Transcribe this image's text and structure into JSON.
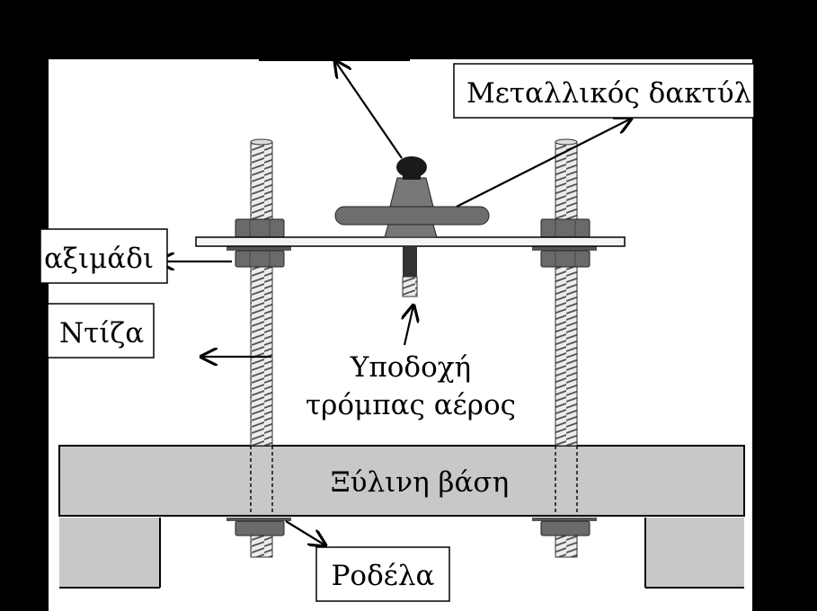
{
  "labels": {
    "metal_ring": "Μεταλλικός δακτύλ",
    "nut": "αξιμάδι",
    "rod": "Ντίζα",
    "pump_socket_line1": "Υποδοχή",
    "pump_socket_line2": "τρόμπας αέρος",
    "wooden_base": "Ξύλινη βάση",
    "washer": "Ροδέλα"
  },
  "colors": {
    "background": "#000000",
    "panel": "#ffffff",
    "base_fill": "#c8c8c8",
    "ring_fill": "#6e6e6e",
    "nut_fill": "#6a6a6a",
    "rod_fill": "#ececec",
    "ink": "#000000"
  }
}
